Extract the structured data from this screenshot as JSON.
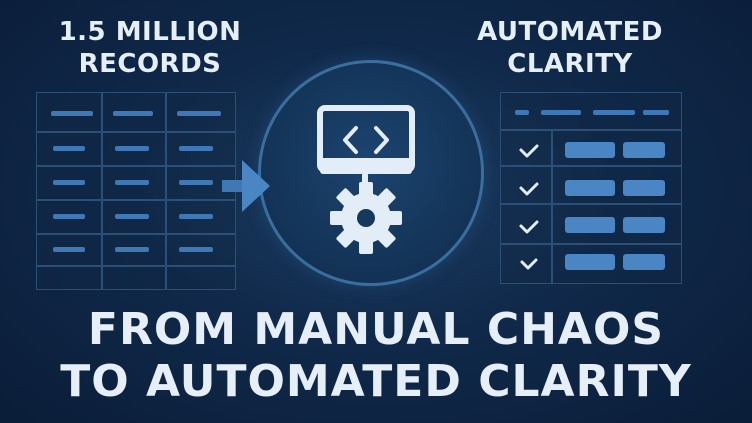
{
  "left_heading": [
    "1.5 MILLION",
    "RECORDS"
  ],
  "right_heading": [
    "AUTOMATED",
    "CLARITY"
  ],
  "title": [
    "FROM MANUAL CHAOS",
    "TO AUTOMATED CLARITY"
  ],
  "icons": {
    "arrow": "arrow-right-icon",
    "monitor": "code-monitor-icon",
    "gear": "gear-icon",
    "check": "checkmark-icon"
  },
  "colors": {
    "background": "#10294a",
    "accent": "#3f78b4",
    "text": "#e6eef7"
  }
}
